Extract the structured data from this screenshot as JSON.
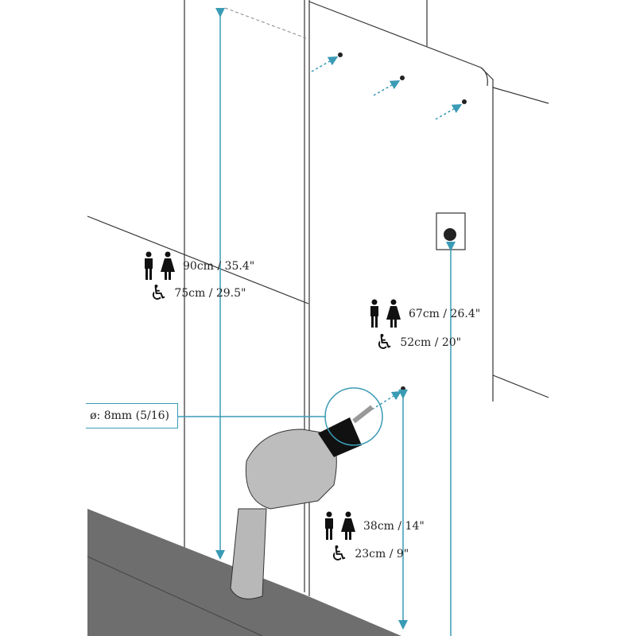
{
  "colors": {
    "dimension": "#3a9bb5",
    "floor": "#6e6e6e",
    "dispenser": "#b8b8b8"
  },
  "callout": {
    "label": "ø: 8mm (5/16)"
  },
  "dimensions": [
    {
      "id": "top-left",
      "standard": "90cm / 35.4\"",
      "accessible": "75cm / 29.5\""
    },
    {
      "id": "right",
      "standard": "67cm / 26.4\"",
      "accessible": "52cm / 20\""
    },
    {
      "id": "bottom",
      "standard": "38cm / 14\"",
      "accessible": "23cm / 9\""
    }
  ],
  "icons": {
    "person": "man-woman-icon",
    "accessible": "wheelchair-icon",
    "wheelchair_glyph": "♿"
  }
}
